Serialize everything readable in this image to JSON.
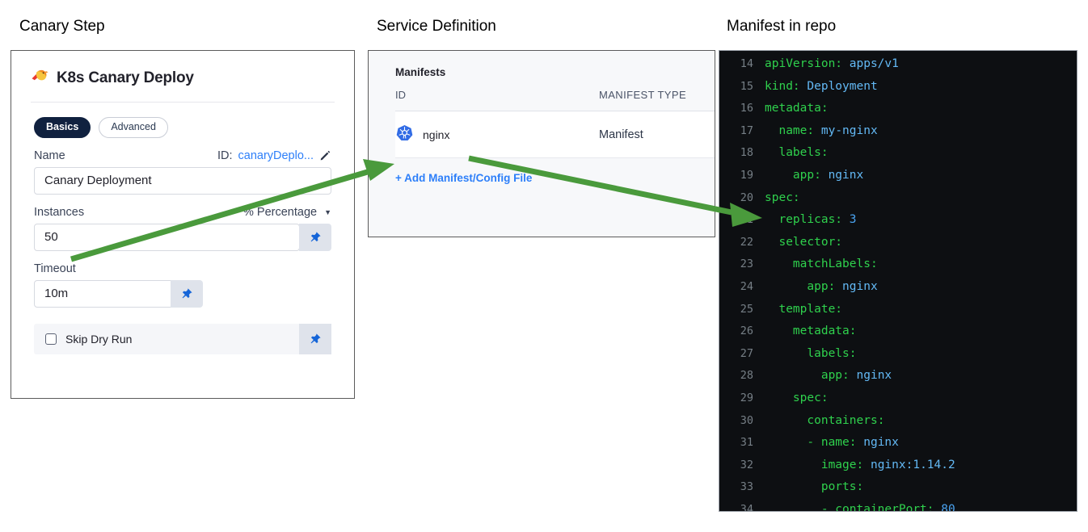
{
  "captions": {
    "canary": "Canary Step",
    "service": "Service Definition",
    "manifest": "Manifest in repo"
  },
  "colors": {
    "accent_blue": "#2d7ff9",
    "pill_active_bg": "#10213f",
    "arrow_green": "#4a9a3c",
    "code_bg": "#0d0f12",
    "code_key": "#2fd14d",
    "code_value": "#63b9f5",
    "code_number": "#4aa3f0",
    "code_gutter": "#767f86",
    "k8s_blue": "#326ce5"
  },
  "canary_step": {
    "icon": "canary-bird-icon",
    "title": "K8s Canary Deploy",
    "tabs": [
      {
        "label": "Basics",
        "active": true
      },
      {
        "label": "Advanced",
        "active": false
      }
    ],
    "name_field": {
      "label": "Name",
      "id_prefix": "ID:",
      "id_value": "canaryDeplo...",
      "edit_icon": "pencil-icon",
      "value": "Canary Deployment"
    },
    "instances_field": {
      "label": "Instances",
      "unit_select": "% Percentage",
      "caret_icon": "chevron-down-icon",
      "value": "50",
      "pin_icon": "pin-icon"
    },
    "timeout_field": {
      "label": "Timeout",
      "value": "10m",
      "pin_icon": "pin-icon"
    },
    "skip_dry_run": {
      "label": "Skip Dry Run",
      "checked": false,
      "checkbox_icon": "checkbox-unchecked-icon",
      "pin_icon": "pin-icon"
    }
  },
  "service_definition": {
    "section_title": "Manifests",
    "columns": [
      "ID",
      "MANIFEST TYPE"
    ],
    "rows": [
      {
        "icon": "kubernetes-icon",
        "id": "nginx",
        "type": "Manifest"
      }
    ],
    "add_link": "+ Add Manifest/Config File"
  },
  "manifest_code": {
    "language": "yaml",
    "lines": [
      {
        "n": "14",
        "indent": 0,
        "key": "apiVersion:",
        "value": "apps/v1",
        "value_kind": "str"
      },
      {
        "n": "15",
        "indent": 0,
        "key": "kind:",
        "value": "Deployment",
        "value_kind": "str"
      },
      {
        "n": "16",
        "indent": 0,
        "key": "metadata:",
        "value": "",
        "value_kind": "none"
      },
      {
        "n": "17",
        "indent": 1,
        "key": "name:",
        "value": "my-nginx",
        "value_kind": "str"
      },
      {
        "n": "18",
        "indent": 1,
        "key": "labels:",
        "value": "",
        "value_kind": "none"
      },
      {
        "n": "19",
        "indent": 2,
        "key": "app:",
        "value": "nginx",
        "value_kind": "str"
      },
      {
        "n": "20",
        "indent": 0,
        "key": "spec:",
        "value": "",
        "value_kind": "none"
      },
      {
        "n": "21",
        "indent": 1,
        "key": "replicas:",
        "value": "3",
        "value_kind": "num"
      },
      {
        "n": "22",
        "indent": 1,
        "key": "selector:",
        "value": "",
        "value_kind": "none"
      },
      {
        "n": "23",
        "indent": 2,
        "key": "matchLabels:",
        "value": "",
        "value_kind": "none"
      },
      {
        "n": "24",
        "indent": 3,
        "key": "app:",
        "value": "nginx",
        "value_kind": "str"
      },
      {
        "n": "25",
        "indent": 1,
        "key": "template:",
        "value": "",
        "value_kind": "none"
      },
      {
        "n": "26",
        "indent": 2,
        "key": "metadata:",
        "value": "",
        "value_kind": "none"
      },
      {
        "n": "27",
        "indent": 3,
        "key": "labels:",
        "value": "",
        "value_kind": "none"
      },
      {
        "n": "28",
        "indent": 4,
        "key": "app:",
        "value": "nginx",
        "value_kind": "str"
      },
      {
        "n": "29",
        "indent": 2,
        "key": "spec:",
        "value": "",
        "value_kind": "none"
      },
      {
        "n": "30",
        "indent": 3,
        "key": "containers:",
        "value": "",
        "value_kind": "none"
      },
      {
        "n": "31",
        "indent": 3,
        "key": "- name:",
        "value": "nginx",
        "value_kind": "str"
      },
      {
        "n": "32",
        "indent": 4,
        "key": "image:",
        "value": "nginx:1.14.2",
        "value_kind": "str"
      },
      {
        "n": "33",
        "indent": 4,
        "key": "ports:",
        "value": "",
        "value_kind": "none"
      },
      {
        "n": "34",
        "indent": 4,
        "key": "- containerPort:",
        "value": "80",
        "value_kind": "num"
      }
    ]
  },
  "annotations": {
    "arrows": [
      {
        "name": "arrow-instances-to-manifest-row",
        "from": "canary instances field",
        "to": "nginx manifest row"
      },
      {
        "name": "arrow-manifest-row-to-replicas",
        "from": "nginx manifest row",
        "to": "replicas line 21"
      }
    ]
  }
}
